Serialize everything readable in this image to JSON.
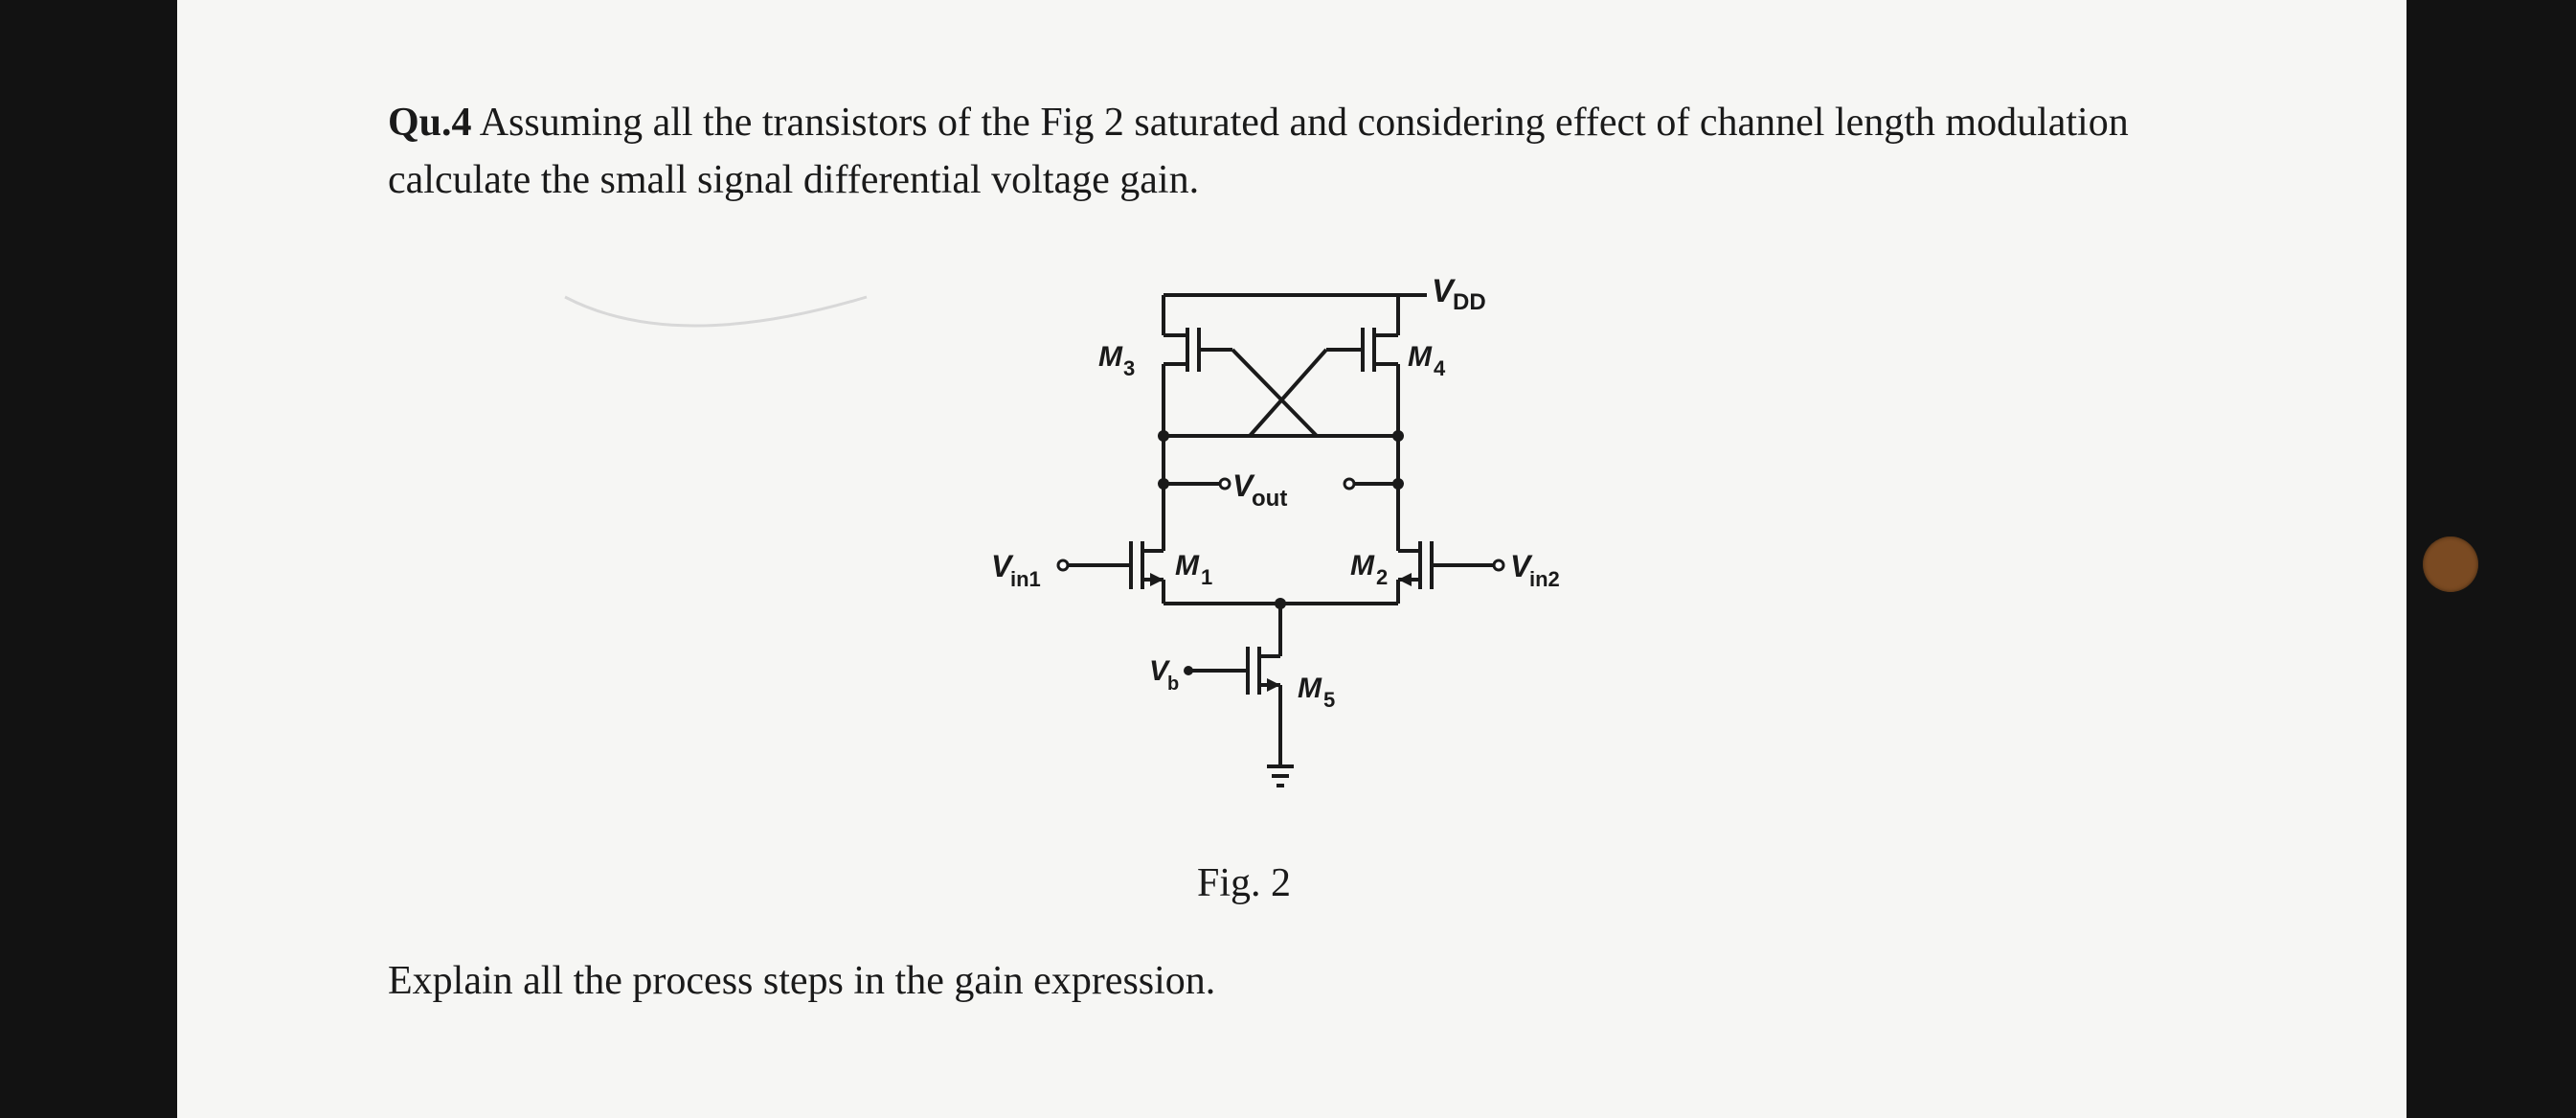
{
  "question": {
    "number": "Qu.4",
    "text": "Assuming all the transistors of the Fig 2 saturated and considering effect of channel length modulation calculate the small signal differential voltage gain."
  },
  "figure": {
    "caption": "Fig. 2",
    "labels": {
      "vdd": "V",
      "vdd_sub": "DD",
      "m3": "M",
      "m3_sub": "3",
      "m4": "M",
      "m4_sub": "4",
      "m1": "M",
      "m1_sub": "1",
      "m2": "M",
      "m2_sub": "2",
      "m5": "M",
      "m5_sub": "5",
      "vout": "V",
      "vout_sub": "out",
      "vin1": "V",
      "vin1_sub": "in1",
      "vin2": "V",
      "vin2_sub": "in2",
      "vb": "V",
      "vb_sub": "b"
    }
  },
  "instruction": "Explain all the process steps in the gain expression.",
  "colors": {
    "page": "#f6f6f4",
    "ink": "#1a1a1a",
    "dot": "#7a4a22"
  }
}
